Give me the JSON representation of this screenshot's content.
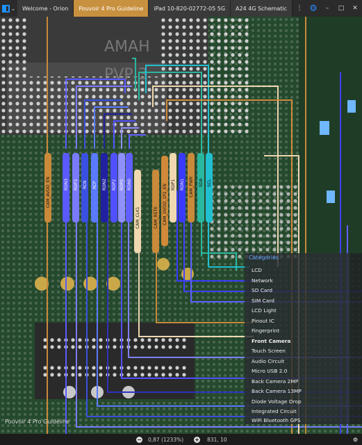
{
  "tabs": [
    {
      "label": "Welcome - Orion",
      "active": false
    },
    {
      "label": "Pouvoir 4 Pro Guideline",
      "active": true
    },
    {
      "label": "iPad 10-820-02772-05 5G",
      "active": false
    },
    {
      "label": "A24 4G Schematic",
      "active": false
    }
  ],
  "window_controls": {
    "more": "⋮",
    "settings": "⚙",
    "minimize": "–",
    "maximize": "□",
    "close": "✕"
  },
  "board": {
    "chip_text": [
      "AMAH",
      "PVP 3"
    ],
    "pin_labels": [
      "CAM_AVDD_EN",
      "RDN3",
      "RDP3",
      "RCN",
      "RCP",
      "RDN2",
      "RDP2",
      "RDP0",
      "RDN0",
      "CAM_CLK1",
      "CAM_RST0",
      "CAM_DVDD_1P2_EN",
      "RDP1",
      "RDN1",
      "CAM_PWR",
      "SDA",
      "SCL"
    ]
  },
  "document_label": "Pouvoir 4 Pro Guideline",
  "categories": {
    "header": "Categories",
    "selected": "Front Camera",
    "items": [
      "LCD",
      "Network",
      "SD Card",
      "SIM Card",
      "LCD Light",
      "Pinout IC",
      "Fingerprint",
      "Front Camera",
      "Touch Screen",
      "Audio Circuit",
      "Micro USB 2.0",
      "Back Camera 2MP",
      "Back Camera 13MP",
      "Diode Voltage Drop",
      "Integrated Circuit",
      "WiFi Bluetooth GPS"
    ]
  },
  "status": {
    "zoom": "0,87 (1233%)",
    "coords": "831, 10",
    "zoom_out": "−",
    "zoom_in": "+"
  },
  "colors": {
    "accent": "#1e90ff",
    "active_tab": "#c8913f",
    "pcb": "#24482c"
  }
}
